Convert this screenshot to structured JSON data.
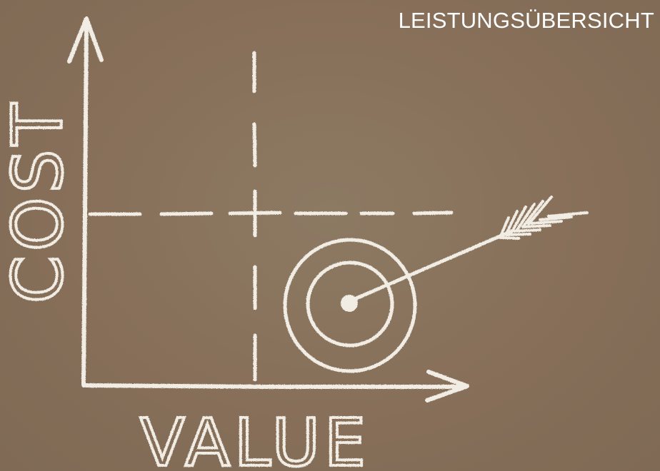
{
  "header": {
    "title": "LEISTUNGSÜBERSICHT"
  },
  "drawing": {
    "y_axis_label": "COST",
    "x_axis_label": "VALUE"
  },
  "colors": {
    "board": "#8a7660",
    "chalk": "#f1ede4",
    "title_text": "#ffffff"
  }
}
